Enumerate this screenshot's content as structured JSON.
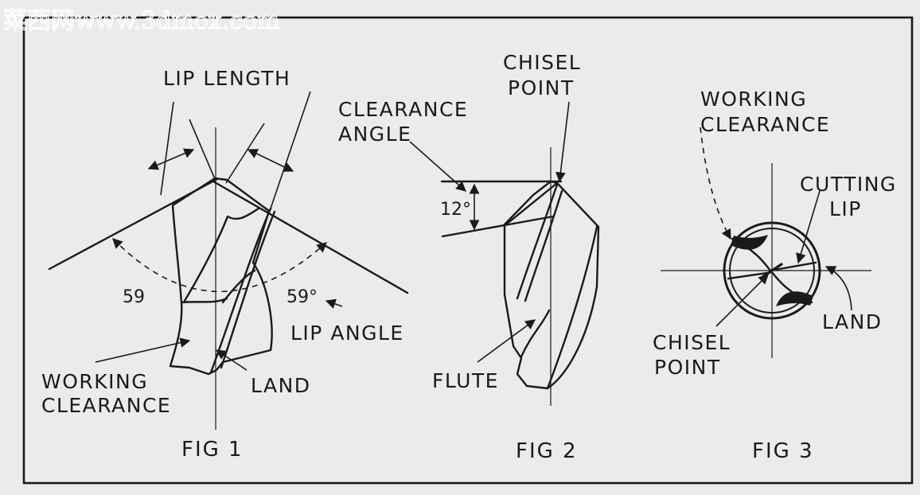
{
  "watermark": "菜西网www.3dmox.com",
  "fig1": {
    "lip_length": "LIP LENGTH",
    "angle_left": "59",
    "angle_right": "59°",
    "lip_angle": "LIP ANGLE",
    "working": "WORKING",
    "clearance": "CLEARANCE",
    "land": "LAND",
    "caption": "FIG 1"
  },
  "fig2": {
    "chisel": "CHISEL",
    "point": "POINT",
    "clearance": "CLEARANCE",
    "angle": "ANGLE",
    "angle_value": "12°",
    "flute": "FLUTE",
    "caption": "FIG 2"
  },
  "fig3": {
    "working": "WORKING",
    "clearance": "CLEARANCE",
    "cutting": "CUTTING",
    "lip": "LIP",
    "land": "LAND",
    "chisel": "CHISEL",
    "point": "POINT",
    "caption": "FIG 3"
  }
}
